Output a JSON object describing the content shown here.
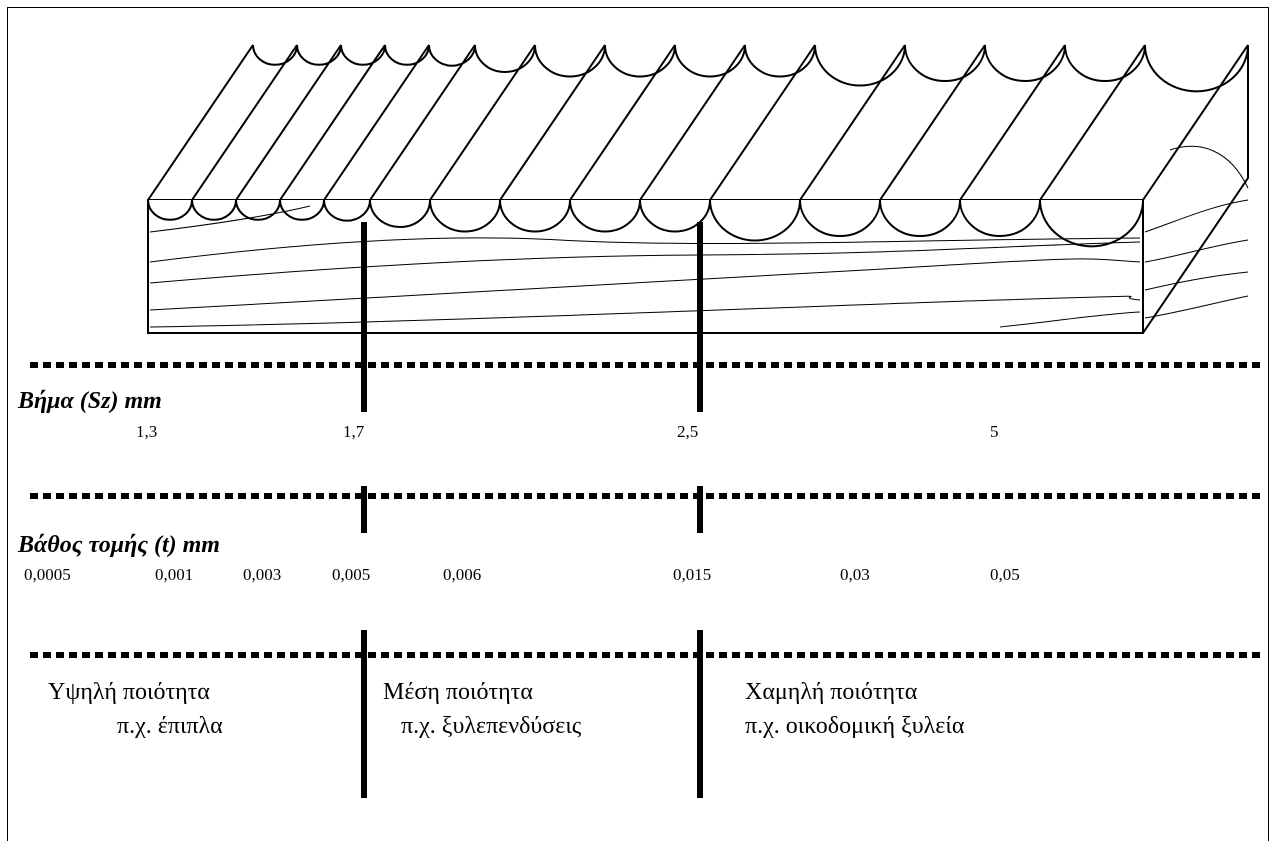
{
  "step_axis": {
    "label": "Βήμα (Sz) mm",
    "values": [
      "1,3",
      "1,7",
      "2,5",
      "5"
    ]
  },
  "depth_axis": {
    "label": "Βάθος τομής (t) mm",
    "values": [
      "0,0005",
      "0,001",
      "0,003",
      "0,005",
      "0,006",
      "0,015",
      "0,03",
      "0,05"
    ]
  },
  "quality": {
    "high": {
      "title": "Υψηλή ποιότητα",
      "example": "π.χ. έπιπλα"
    },
    "medium": {
      "title": "Μέση ποιότητα",
      "example": "π.χ. ξυλεπενδύσεις"
    },
    "low": {
      "title": "Χαμηλή ποιότητα",
      "example": "π.χ. οικοδομική ξυλεία"
    }
  },
  "colors": {
    "ink": "#000000",
    "background": "#ffffff"
  }
}
